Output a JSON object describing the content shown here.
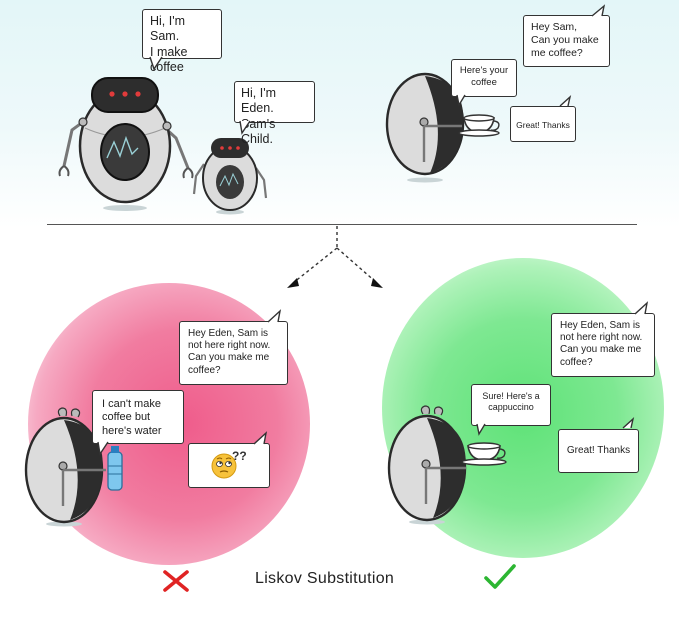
{
  "top": {
    "sam_bubble": "Hi, I'm Sam.\nI make\ncoffee",
    "eden_bubble": "Hi, I'm Eden.\nSam's Child.",
    "request_bubble": "Hey Sam,\nCan you make\nme coffee?",
    "reply_bubble": "Here's your\ncoffee",
    "thanks_bubble": "Great! Thanks"
  },
  "bad": {
    "request_bubble": "Hey Eden, Sam is\nnot here right now.\nCan you make me\ncoffee?",
    "reply_bubble": "I can't make\ncoffee but\nhere's water",
    "confused_face": "🙄",
    "confused_marks": "??"
  },
  "good": {
    "request_bubble": "Hey Eden, Sam is\nnot here right now.\nCan you make me\ncoffee?",
    "reply_bubble": "Sure! Here's a\ncappuccino",
    "thanks_bubble": "Great! Thanks"
  },
  "footer": {
    "caption": "Liskov Substitution",
    "wrong_mark": "✕",
    "right_mark": "✓"
  },
  "colors": {
    "wrong": "#e02323",
    "right": "#2cb632",
    "pink": "#ef5c8b",
    "green": "#5ee277",
    "eye": "#e23b3b"
  }
}
